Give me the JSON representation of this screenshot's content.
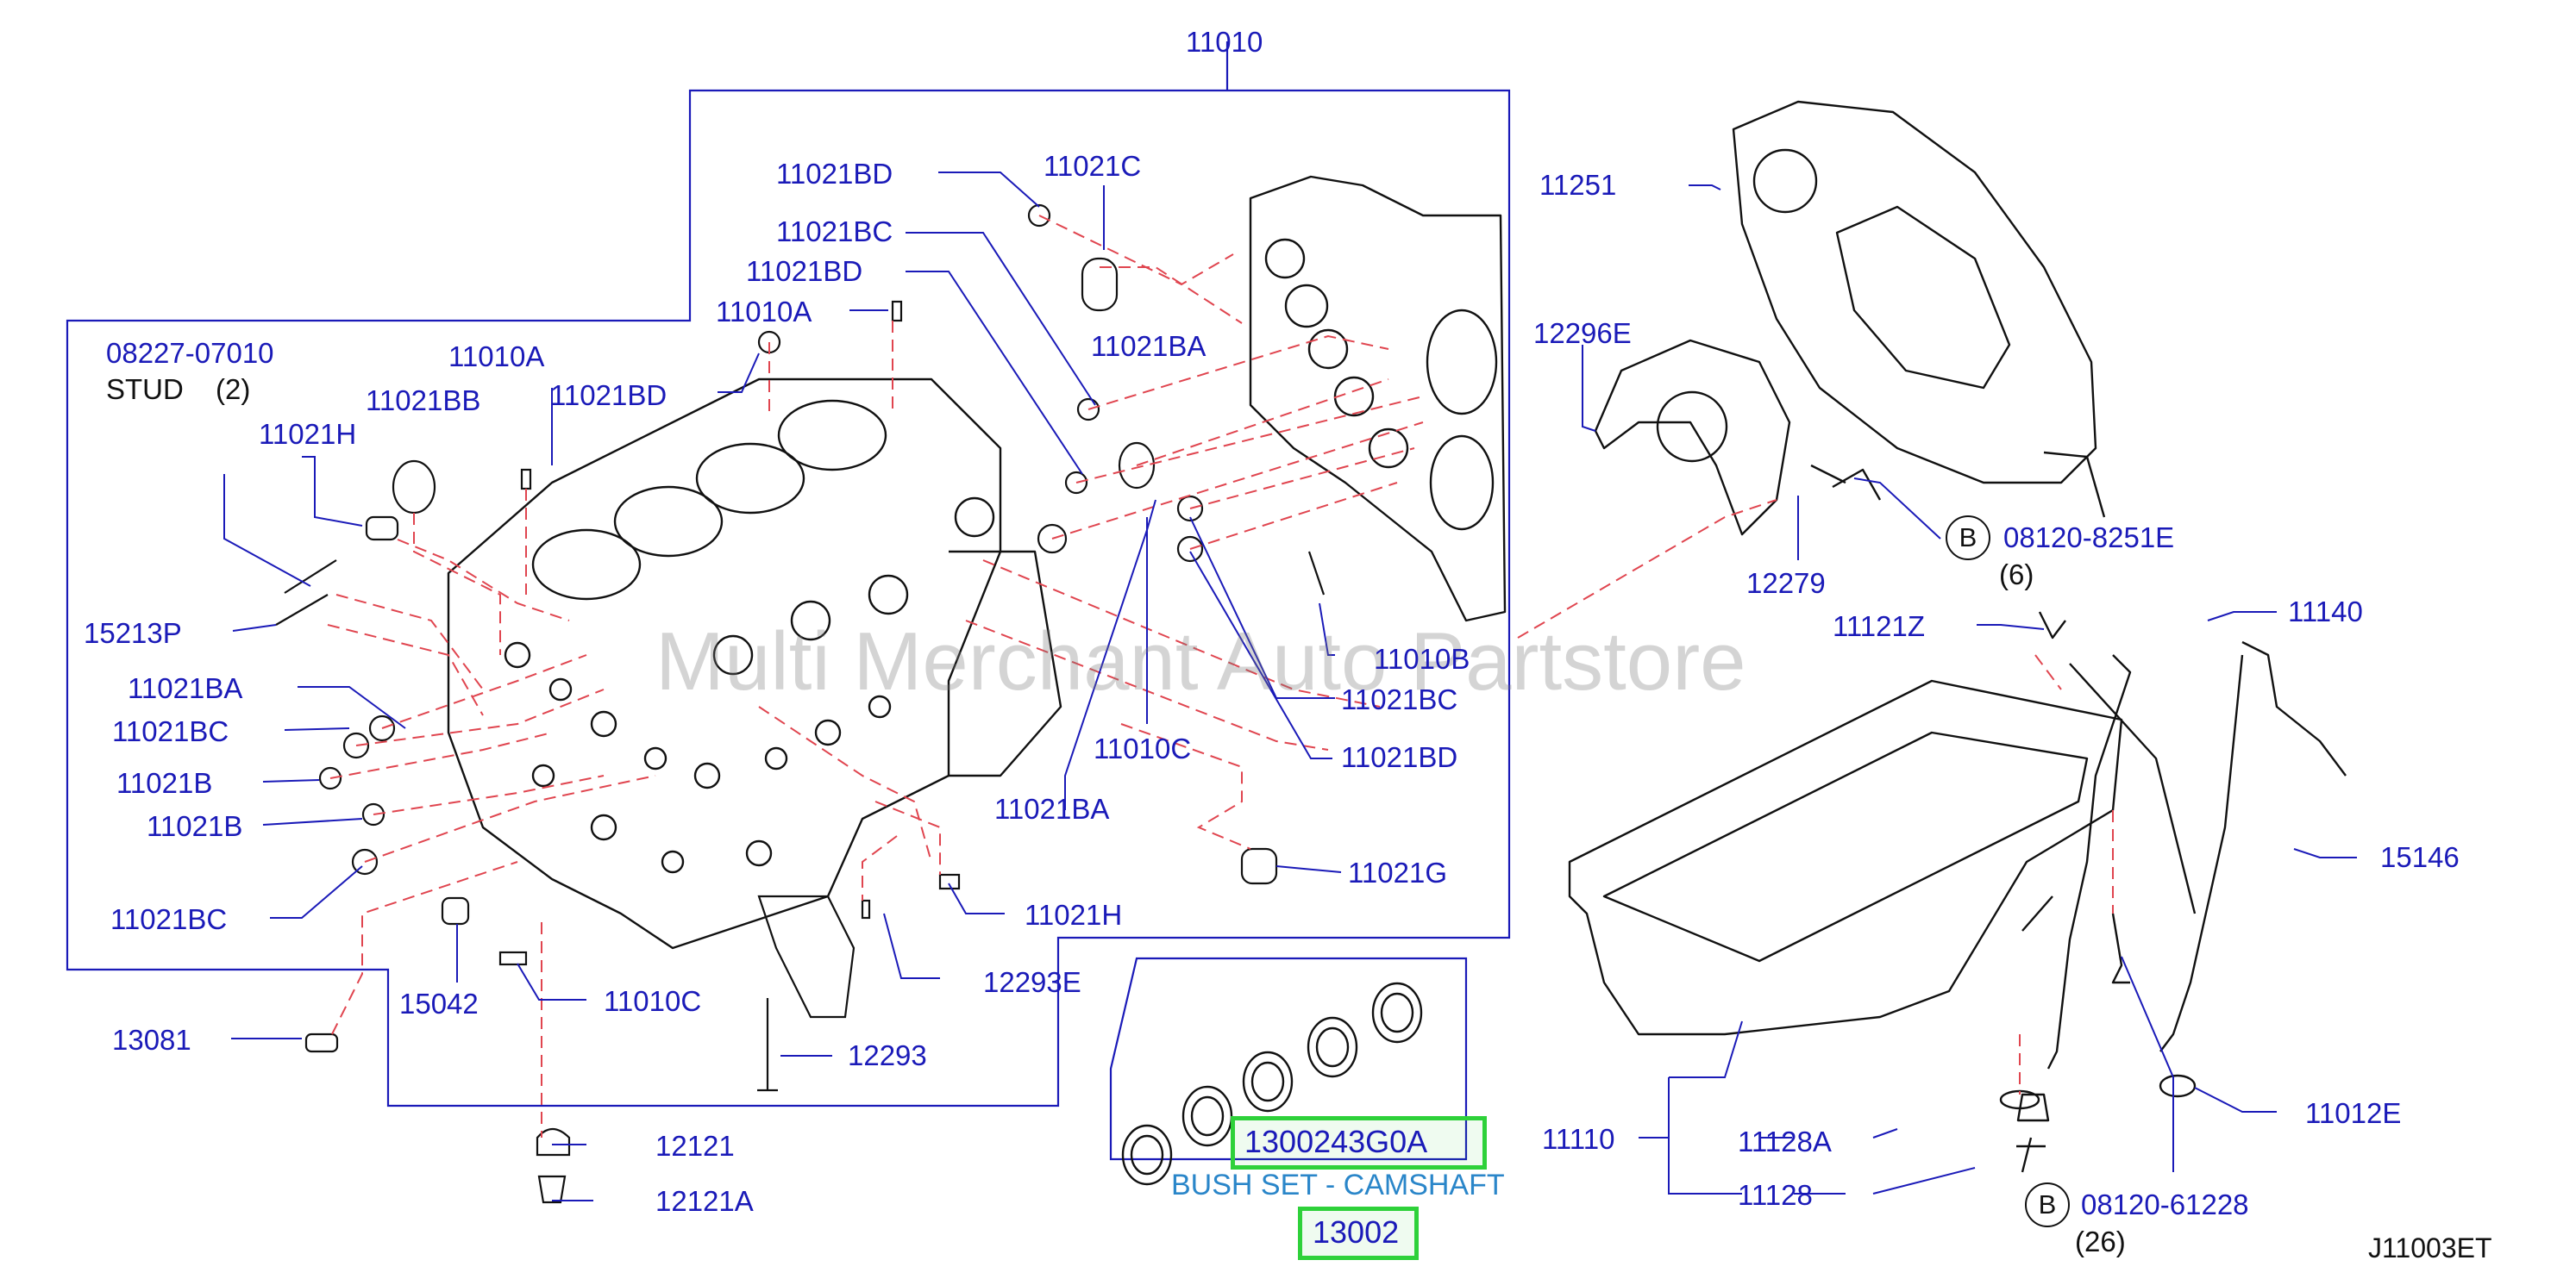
{
  "diagram": {
    "code": "J11003ET",
    "watermark": "Multi Merchant Auto Partstore",
    "highlight": {
      "part_number": "1300243G0A",
      "caption": "BUSH SET - CAMSHAFT",
      "ref": "13002"
    },
    "bolt_markers": [
      {
        "letter": "B",
        "part": "08120-8251E",
        "qty": "(6)"
      },
      {
        "letter": "B",
        "part": "08120-61228",
        "qty": "(26)"
      }
    ],
    "stud": {
      "part": "08227-07010",
      "label": "STUD",
      "qty": "(2)"
    },
    "callouts": {
      "c11010": "11010",
      "c11021BD_a": "11021BD",
      "c11021C": "11021C",
      "c11021BC_a": "11021BC",
      "c11021BD_b": "11021BD",
      "c11010A_a": "11010A",
      "c11010A_b": "11010A",
      "c11021BD_c": "11021BD",
      "c11021BB": "11021BB",
      "c11021H_a": "11021H",
      "c11021BA_a": "11021BA",
      "c15213P": "15213P",
      "c11021BA_b": "11021BA",
      "c11021BC_b": "11021BC",
      "c11021B_a": "11021B",
      "c11021B_b": "11021B",
      "c11021BC_c": "11021BC",
      "c13081": "13081",
      "c15042": "15042",
      "c11010C_a": "11010C",
      "c12293": "12293",
      "c12293E": "12293E",
      "c11021H_b": "11021H",
      "c11021G": "11021G",
      "c11021BA_c": "11021BA",
      "c11010C_b": "11010C",
      "c11010B": "11010B",
      "c11021BC_d": "11021BC",
      "c11021BD_d": "11021BD",
      "c12121": "12121",
      "c12121A": "12121A",
      "c11251": "11251",
      "c12296E": "12296E",
      "c12279": "12279",
      "c11121Z": "11121Z",
      "c11140": "11140",
      "c15146": "15146",
      "c11012E": "11012E",
      "c11110": "11110",
      "c11128A": "11128A",
      "c11128": "11128"
    },
    "colors": {
      "label": "#1a1ab8",
      "line": "#1a1ab8",
      "dash": "#e0454f",
      "outline": "#111111",
      "highlight": "#2ed13a",
      "caption": "#2a86c9"
    }
  }
}
